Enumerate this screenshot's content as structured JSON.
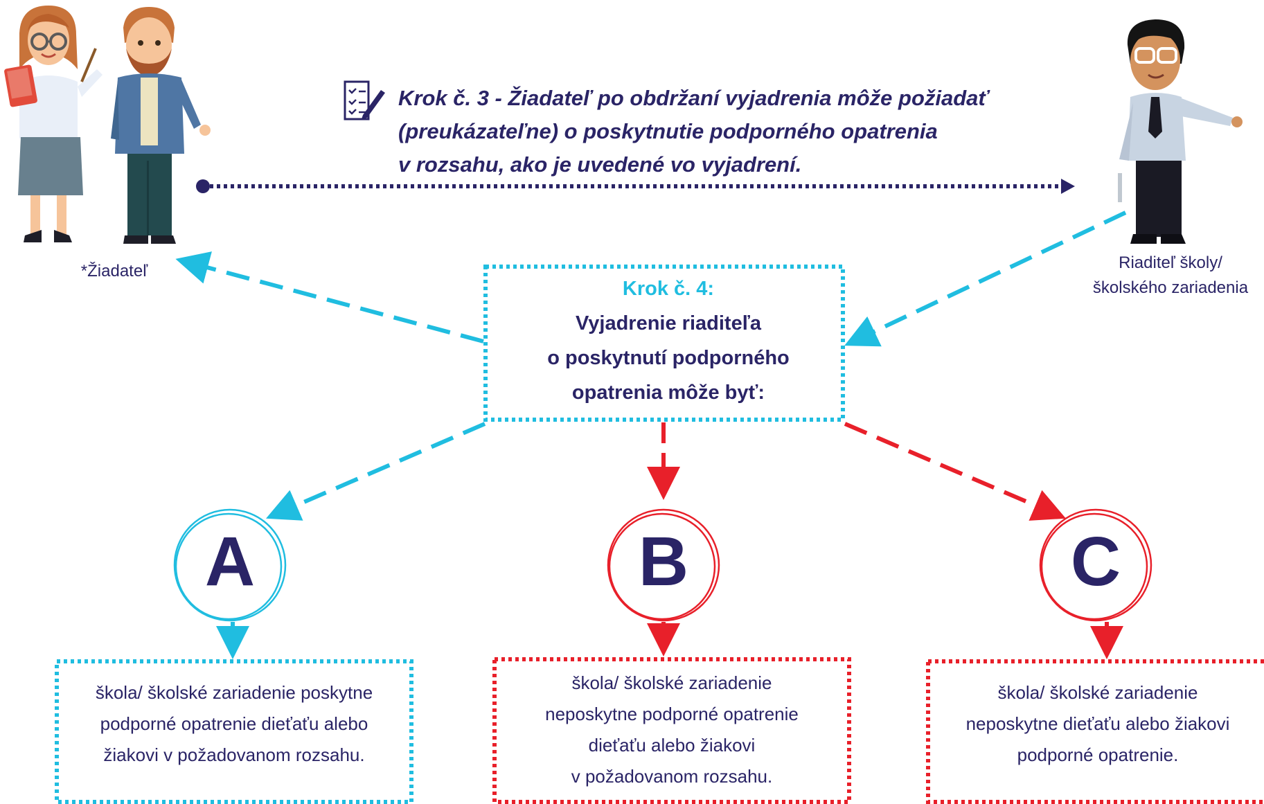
{
  "step3": {
    "text": "Krok č. 3 - Žiadateľ po obdržaní vyjadrenia môže požiadať\n(preukázateľne) o poskytnutie podporného opatrenia\nv rozsahu, ako je uvedené vo vyjadrení.",
    "icon": "checklist-pencil-icon"
  },
  "applicant_label": "*Žiadateľ",
  "director_label": "Riaditeľ školy/\nškolského zariadenia",
  "center": {
    "title": "Krok č. 4:",
    "body": "Vyjadrenie riaditeľa\no poskytnutí podporného\nopatrenia môže byť:"
  },
  "options": [
    {
      "letter": "A",
      "text": "škola/ školské zariadenie poskytne\npodporné opatrenie dieťaťu alebo\nžiakovi v požadovanom rozsahu.",
      "color": "#20bde0"
    },
    {
      "letter": "B",
      "text": "škola/ školské zariadenie\nneposkytne podporné opatrenie\ndieťaťu alebo žiakovi\nv požadovanom rozsahu.",
      "color": "#e8202a"
    },
    {
      "letter": "C",
      "text": "škola/ školské zariadenie\nneposkytne dieťaťu alebo žiakovi\npodporné opatrenie.",
      "color": "#e8202a"
    }
  ],
  "colors": {
    "navy": "#2a2466",
    "cyan": "#20bde0",
    "red": "#e8202a"
  }
}
